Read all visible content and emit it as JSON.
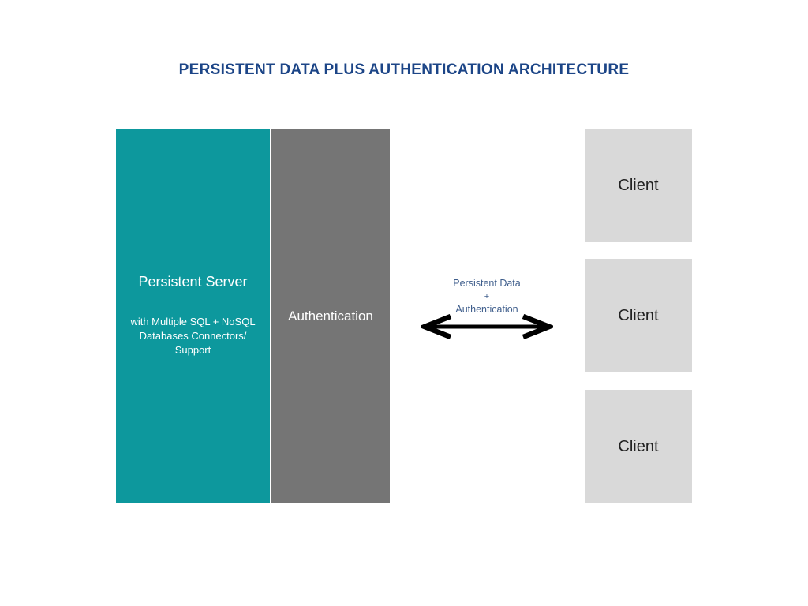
{
  "title": "PERSISTENT DATA PLUS AUTHENTICATION ARCHITECTURE",
  "server_box": {
    "title": "Persistent Server",
    "subtitle": "with Multiple SQL + NoSQL\nDatabases Connectors/\nSupport"
  },
  "auth_box": {
    "label": "Authentication"
  },
  "link": {
    "line1": "Persistent Data",
    "line2": "+",
    "line3": "Authentication"
  },
  "clients": [
    {
      "label": "Client"
    },
    {
      "label": "Client"
    },
    {
      "label": "Client"
    }
  ],
  "icons": {
    "arrow": "double-headed-arrow"
  },
  "colors": {
    "title_text": "#1C4587",
    "server_box_bg": "#0D989D",
    "auth_box_bg": "#757575",
    "client_box_bg": "#D9D9D9",
    "link_text": "#3F5E8C",
    "arrow": "#000000",
    "box_text_light": "#FFFFFF",
    "client_text": "#222222"
  }
}
